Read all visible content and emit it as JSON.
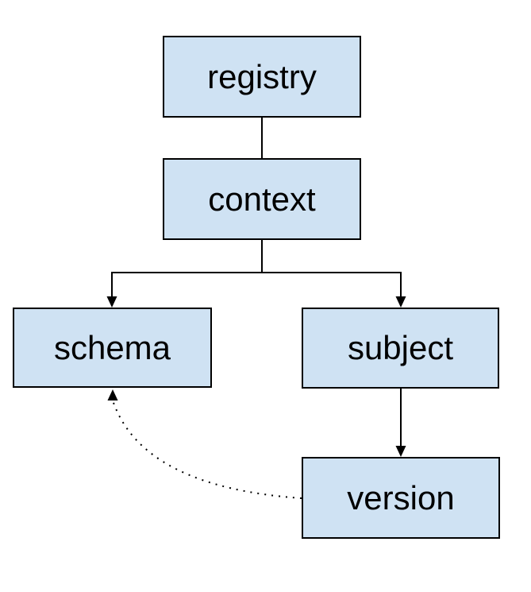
{
  "diagram": {
    "nodes": [
      {
        "id": "registry",
        "label": "registry"
      },
      {
        "id": "context",
        "label": "context"
      },
      {
        "id": "schema",
        "label": "schema"
      },
      {
        "id": "subject",
        "label": "subject"
      },
      {
        "id": "version",
        "label": "version"
      }
    ],
    "edges": [
      {
        "from": "registry",
        "to": "context",
        "style": "solid",
        "arrow": "none"
      },
      {
        "from": "context",
        "to": "schema",
        "style": "solid",
        "arrow": "end"
      },
      {
        "from": "context",
        "to": "subject",
        "style": "solid",
        "arrow": "end"
      },
      {
        "from": "subject",
        "to": "version",
        "style": "solid",
        "arrow": "end"
      },
      {
        "from": "version",
        "to": "schema",
        "style": "dotted",
        "arrow": "end"
      }
    ],
    "colors": {
      "background": "#ffffff",
      "node_fill": "#cfe2f3",
      "node_border": "#000000",
      "line_color": "#000000"
    }
  }
}
